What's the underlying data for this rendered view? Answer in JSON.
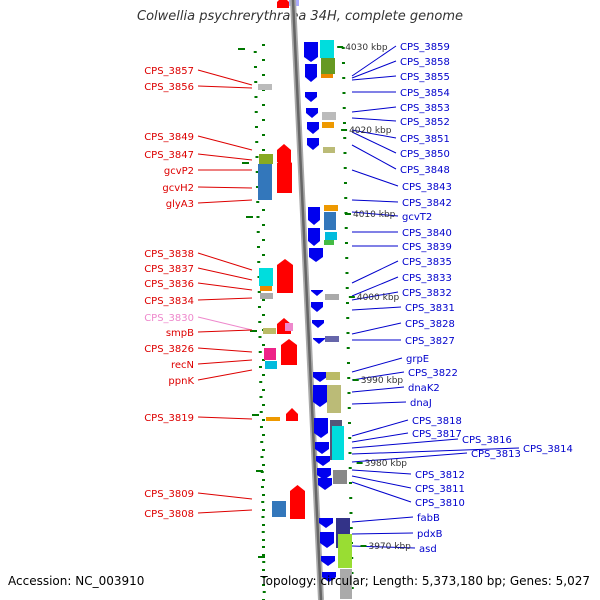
{
  "title": "Colwellia psychrerythraea 34H, complete genome",
  "footer": {
    "accession": "Accession: NC_003910",
    "stats": "Topology: circular; Length: 5,373,180 bp; Genes: 5,027"
  },
  "colors": {
    "left_label": "#dd0000",
    "right_label": "#0000cc",
    "faded_label": "#ee88cc",
    "reverse_gene": "#ff0000",
    "forward_gene": "#0000ee",
    "backbone": "#888888",
    "tick": "#007700"
  },
  "kbp_markers": [
    "4030 kbp",
    "4020 kbp",
    "4010 kbp",
    "4000 kbp",
    "3990 kbp",
    "3980 kbp",
    "3970 kbp"
  ],
  "left_genes": [
    "CPS_3857",
    "CPS_3856",
    "CPS_3849",
    "CPS_3847",
    "gcvP2",
    "gcvH2",
    "glyA3",
    "CPS_3838",
    "CPS_3837",
    "CPS_3836",
    "CPS_3834",
    "CPS_3830",
    "smpB",
    "CPS_3826",
    "recN",
    "ppnK",
    "CPS_3819",
    "CPS_3809",
    "CPS_3808"
  ],
  "right_genes": [
    "CPS_3859",
    "CPS_3858",
    "CPS_3855",
    "CPS_3854",
    "CPS_3853",
    "CPS_3852",
    "CPS_3851",
    "CPS_3850",
    "CPS_3848",
    "CPS_3843",
    "CPS_3842",
    "gcvT2",
    "CPS_3840",
    "CPS_3839",
    "CPS_3835",
    "CPS_3833",
    "CPS_3832",
    "CPS_3831",
    "CPS_3828",
    "CPS_3827",
    "grpE",
    "CPS_3822",
    "dnaK2",
    "dnaJ",
    "CPS_3818",
    "CPS_3817",
    "CPS_3816",
    "CPS_3814",
    "CPS_3813",
    "CPS_3812",
    "CPS_3811",
    "CPS_3810",
    "fabB",
    "pdxB",
    "asd"
  ]
}
